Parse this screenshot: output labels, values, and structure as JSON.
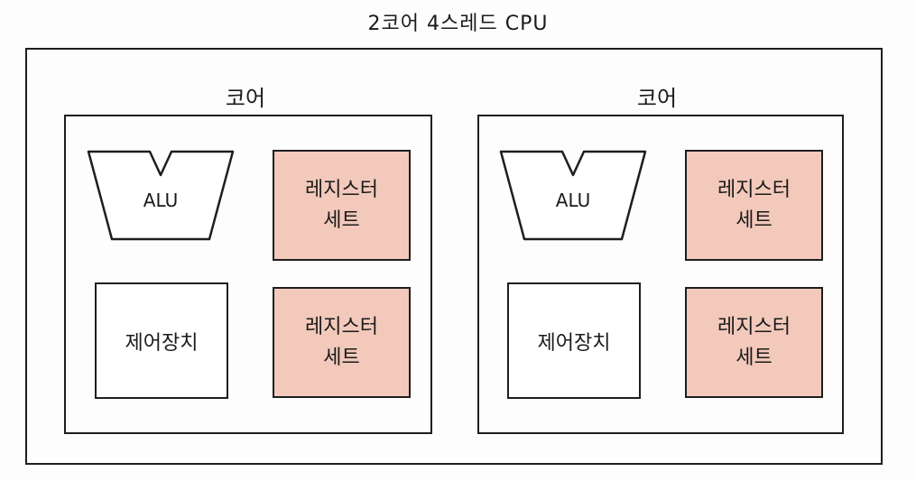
{
  "title": "2코어 4스레드 CPU",
  "colors": {
    "register_fill": "#f2c9bb",
    "stroke": "#1e1e1e",
    "background": "#fdfdfd"
  },
  "cores": [
    {
      "label": "코어",
      "alu": "ALU",
      "control_unit": "제어장치",
      "register_sets": [
        {
          "line1": "레지스터",
          "line2": "세트"
        },
        {
          "line1": "레지스터",
          "line2": "세트"
        }
      ]
    },
    {
      "label": "코어",
      "alu": "ALU",
      "control_unit": "제어장치",
      "register_sets": [
        {
          "line1": "레지스터",
          "line2": "세트"
        },
        {
          "line1": "레지스터",
          "line2": "세트"
        }
      ]
    }
  ]
}
